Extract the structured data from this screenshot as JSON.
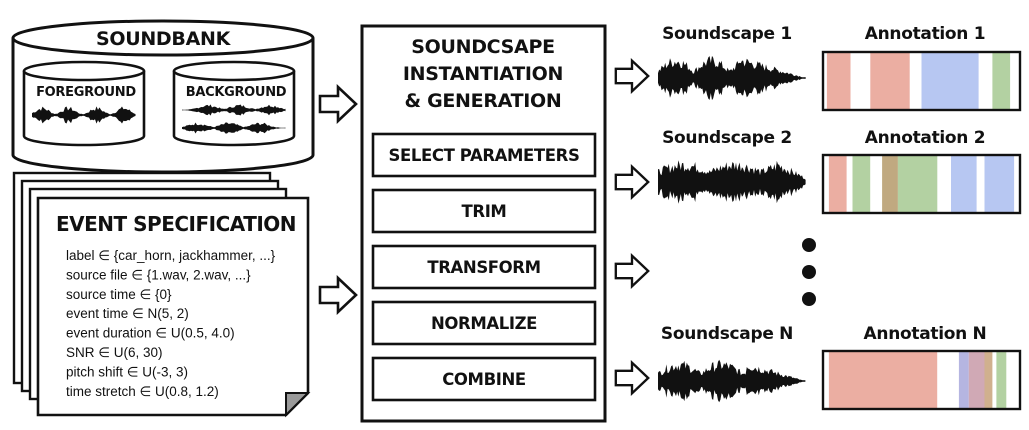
{
  "soundbank": {
    "title": "SOUNDBANK",
    "foreground_label": "FOREGROUND",
    "background_label": "BACKGROUND"
  },
  "event_spec": {
    "title": "EVENT SPECIFICATION",
    "lines": [
      "label ∈ {car_horn, jackhammer, ...}",
      "source file ∈ {1.wav, 2.wav, ...}",
      "source time ∈ {0}",
      "event time ∈ N(5, 2)",
      "event duration ∈ U(0.5, 4.0)",
      "SNR ∈ U(6, 30)",
      "pitch shift ∈ U(-3, 3)",
      "time stretch ∈ U(0.8, 1.2)"
    ]
  },
  "generator": {
    "title_lines": [
      "SOUNDCSAPE",
      "INSTANTIATION",
      "& GENERATION"
    ],
    "steps": [
      "SELECT PARAMETERS",
      "TRIM",
      "TRANSFORM",
      "NORMALIZE",
      "COMBINE"
    ]
  },
  "outputs": [
    {
      "soundscape_label": "Soundscape 1",
      "annotation_label": "Annotation 1",
      "segments": [
        {
          "start": 0.02,
          "end": 0.14,
          "color": "#e8a092"
        },
        {
          "start": 0.24,
          "end": 0.44,
          "color": "#e8a092"
        },
        {
          "start": 0.5,
          "end": 0.79,
          "color": "#aabdf0"
        },
        {
          "start": 0.86,
          "end": 0.95,
          "color": "#a6c992"
        }
      ]
    },
    {
      "soundscape_label": "Soundscape 2",
      "annotation_label": "Annotation 2",
      "segments": [
        {
          "start": 0.03,
          "end": 0.12,
          "color": "#e8a092"
        },
        {
          "start": 0.15,
          "end": 0.24,
          "color": "#a6c992"
        },
        {
          "start": 0.3,
          "end": 0.38,
          "color": "#b59a6a"
        },
        {
          "start": 0.38,
          "end": 0.58,
          "color": "#a6c992"
        },
        {
          "start": 0.65,
          "end": 0.78,
          "color": "#aabdf0"
        },
        {
          "start": 0.82,
          "end": 0.97,
          "color": "#aabdf0"
        }
      ]
    },
    {
      "soundscape_label": "Soundscape N",
      "annotation_label": "Annotation N",
      "segments": [
        {
          "start": 0.03,
          "end": 0.58,
          "color": "#e8a092"
        },
        {
          "start": 0.69,
          "end": 0.74,
          "color": "#a8a8dc"
        },
        {
          "start": 0.74,
          "end": 0.82,
          "color": "#c89aa8"
        },
        {
          "start": 0.82,
          "end": 0.86,
          "color": "#c8a27a"
        },
        {
          "start": 0.88,
          "end": 0.93,
          "color": "#a6c992"
        }
      ]
    }
  ]
}
